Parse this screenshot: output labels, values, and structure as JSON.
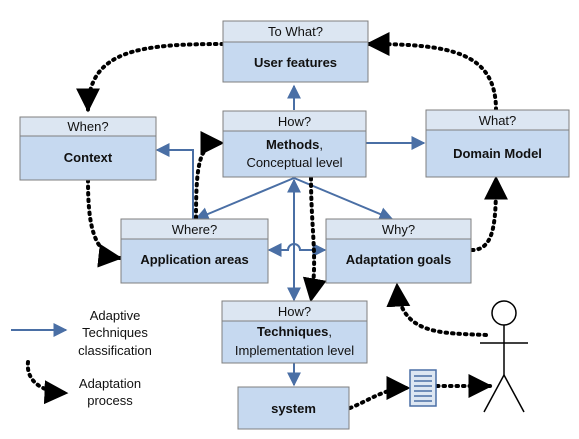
{
  "boxes": {
    "user_features": {
      "header": "To What?",
      "title": "User features"
    },
    "context": {
      "header": "When?",
      "title": "Context"
    },
    "methods": {
      "header": "How?",
      "title_bold": "Methods",
      "title_rest": ",",
      "subtitle": "Conceptual level"
    },
    "domain_model": {
      "header": "What?",
      "title": "Domain Model"
    },
    "application_areas": {
      "header": "Where?",
      "title": "Application areas"
    },
    "adaptation_goals": {
      "header": "Why?",
      "title": "Adaptation goals"
    },
    "techniques": {
      "header": "How?",
      "title_bold": "Techniques",
      "title_rest": ",",
      "subtitle": "Implementation level"
    },
    "system": {
      "title": "system"
    }
  },
  "legend": {
    "solid_lines": [
      "Adaptive",
      "Techniques",
      "classification"
    ],
    "dotted_lines": [
      "Adaptation",
      "process"
    ]
  },
  "colors": {
    "box_header_fill": "#dce6f2",
    "box_body_fill": "#c6d9f0",
    "box_border": "#7f7f7f",
    "solid_arrow": "#4a6fa5",
    "dotted_arrow": "#000000"
  },
  "icons": {
    "document": "document-icon",
    "user": "stick-figure-user-icon"
  }
}
